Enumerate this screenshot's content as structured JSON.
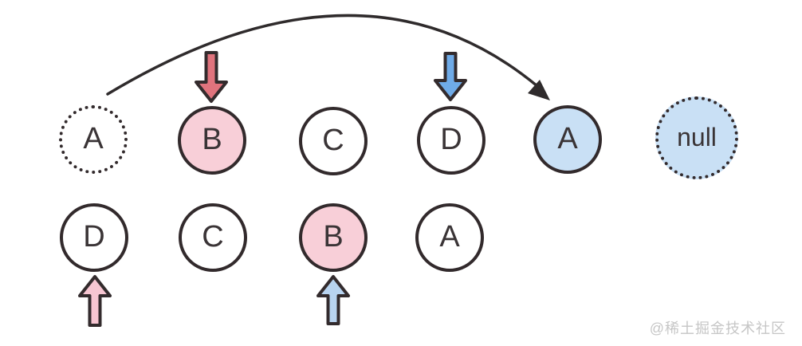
{
  "diagram": {
    "description_type": "array-reverse-two-pointer-diagram",
    "top_row": [
      {
        "label": "A",
        "variant": "dotted-white"
      },
      {
        "label": "B",
        "variant": "pink"
      },
      {
        "label": "C",
        "variant": "white"
      },
      {
        "label": "D",
        "variant": "white"
      },
      {
        "label": "A",
        "variant": "blue"
      },
      {
        "label": "null",
        "variant": "dotted-blue"
      }
    ],
    "bottom_row": [
      {
        "label": "D",
        "variant": "white"
      },
      {
        "label": "C",
        "variant": "white"
      },
      {
        "label": "B",
        "variant": "pink"
      },
      {
        "label": "A",
        "variant": "white"
      }
    ],
    "arrows": [
      {
        "kind": "curved",
        "from": "top-A-dotted",
        "to": "top-A-blue",
        "color": "dark"
      },
      {
        "kind": "block-down",
        "target": "top-B",
        "color": "red"
      },
      {
        "kind": "block-down",
        "target": "top-D",
        "color": "blue"
      },
      {
        "kind": "block-up",
        "target": "bottom-D",
        "color": "light-pink"
      },
      {
        "kind": "block-up",
        "target": "bottom-B",
        "color": "light-blue"
      }
    ],
    "colors": {
      "stroke_dark": "#322a2c",
      "circle_pink": "#f8cfd8",
      "circle_blue": "#c9e0f5",
      "circle_white": "#ffffff",
      "arrow_red": "#e0737d",
      "arrow_blue": "#6fabe8",
      "arrow_light_pink": "#f7c6d2",
      "arrow_light_blue": "#b8d4f0",
      "watermark_gray": "#c6c6c6"
    },
    "watermark": "@稀土掘金技术社区"
  }
}
